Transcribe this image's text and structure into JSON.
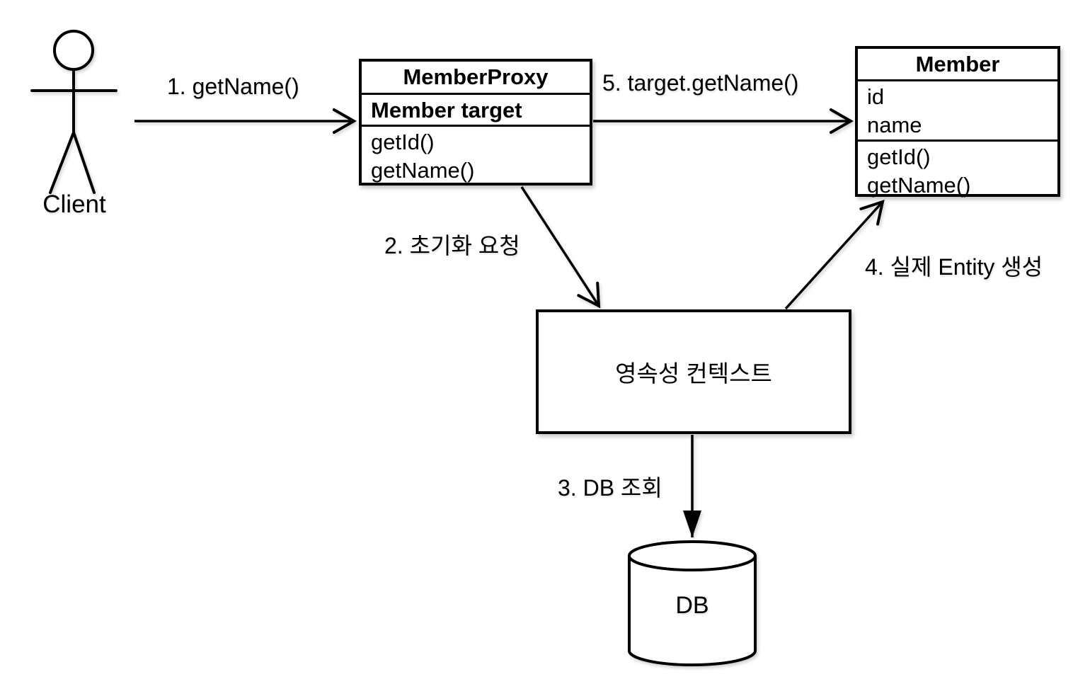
{
  "colors": {
    "background": "#ffffff",
    "stroke": "#000000",
    "text": "#000000"
  },
  "actor": {
    "label": "Client"
  },
  "classes": {
    "member_proxy": {
      "title": "MemberProxy",
      "fields": [
        "Member target"
      ],
      "methods": [
        "getId()",
        "getName()"
      ]
    },
    "member": {
      "title": "Member",
      "fields": [
        "id",
        "name"
      ],
      "methods": [
        "getId()",
        "getName()"
      ]
    }
  },
  "nodes": {
    "persistence_context": {
      "label": "영속성 컨텍스트"
    },
    "database": {
      "label": "DB"
    }
  },
  "edges": {
    "e1": {
      "label": "1. getName()",
      "from": "Client",
      "to": "MemberProxy",
      "arrowhead": "open"
    },
    "e2": {
      "label": "2. 초기화 요청",
      "from": "MemberProxy",
      "to": "영속성 컨텍스트",
      "arrowhead": "open"
    },
    "e3": {
      "label": "3. DB 조회",
      "from": "영속성 컨텍스트",
      "to": "DB",
      "arrowhead": "filled"
    },
    "e4": {
      "label": "4. 실제 Entity 생성",
      "from": "영속성 컨텍스트",
      "to": "Member",
      "arrowhead": "open"
    },
    "e5": {
      "label": "5. target.getName()",
      "from": "MemberProxy",
      "to": "Member",
      "arrowhead": "open"
    }
  }
}
